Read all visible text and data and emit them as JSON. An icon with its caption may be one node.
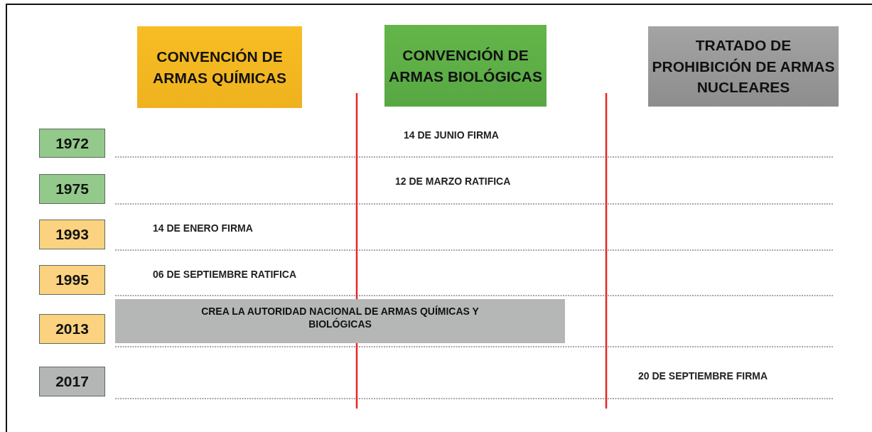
{
  "diagram": {
    "nodes": [
      {
        "text": [
          "CONVENCIÓN DE ARMAS QUÍMICAS"
        ]
      },
      {
        "text": [
          "CONVENCIÓN DE ARMAS BIOLÓGICAS"
        ]
      },
      {
        "text": [
          "TRATADO DE PROHIBICIÓN DE ARMAS NUCLEARES"
        ]
      },
      {
        "text": [
          "1972"
        ]
      },
      {
        "text": [
          "1975"
        ]
      },
      {
        "text": [
          "1993"
        ]
      },
      {
        "text": [
          "1995"
        ]
      },
      {
        "text": [
          "CREA LA AUTORIDAD NACIONAL DE ARMAS QUÍMICAS Y BIOLÓGICAS"
        ]
      },
      {
        "text": [
          "2013"
        ]
      },
      {
        "text": [
          "2017"
        ]
      }
    ],
    "labels": [
      "14 DE JUNIO FIRMA",
      "12 DE MARZO RATIFICA",
      "14 DE ENERO FIRMA",
      "06 DE SEPTIEMBRE RATIFICA",
      "20 DE SEPTIEMBRE FIRMA"
    ]
  }
}
